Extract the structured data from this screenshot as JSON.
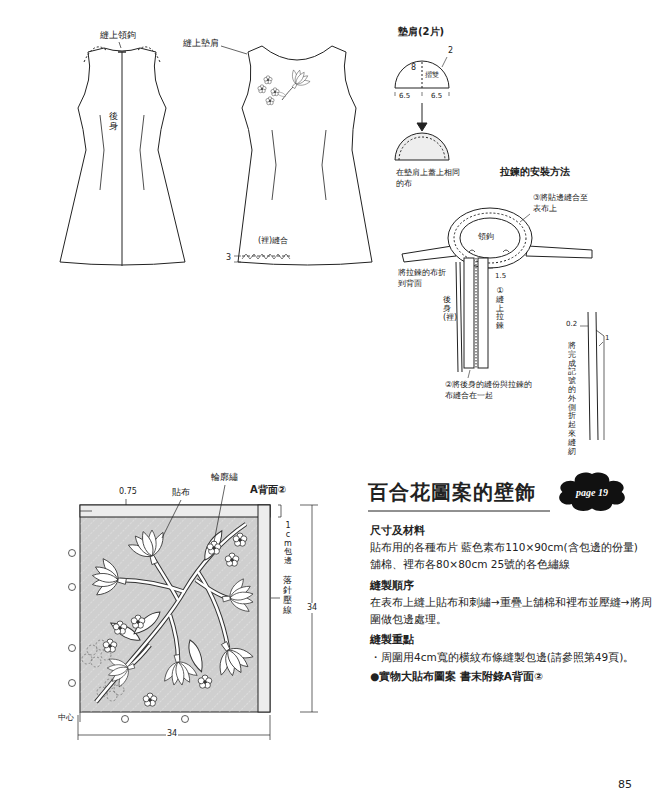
{
  "diagram": {
    "title": "百合花圖案的壁飾",
    "nodes": [
      {
        "text": [
          "page 19"
        ]
      }
    ],
    "labels": [
      "縫上領鉤",
      "後身",
      "縫上墊肩",
      "(裡)縫合",
      "3",
      "墊肩(2片)",
      "2",
      "8",
      "摺雙",
      "6.5",
      "6.5",
      "在墊肩上蓋上相同的布",
      "拉鍊的安裝方法",
      "③將貼邊縫合至表布上",
      "領鉤",
      "1.5",
      "①縫上拉鍊",
      "將拉鍊的布折到背面",
      "後身(裡)",
      "②將後身的縫份與拉鍊的布縫合在一起",
      "0.2",
      "1",
      "將完成記號的外側折起來縫紉",
      "0.75",
      "貼布",
      "輪廓繡",
      "A背面②",
      "1cm包邊",
      "落針壓線",
      "34",
      "34",
      "中心",
      "尺寸及材料",
      "貼布用的各種布片 藍色素布110×90cm(含包邊的份量) 舖棉、裡布各80×80cm 25號的各色繡線",
      "縫製順序",
      "在表布上縫上貼布和刺繡→重疊上舖棉和裡布並壓縫→將周圍做包邊處理。",
      "縫製重點",
      "・周圍用4cm寬的横紋布條縫製包邊(請參照第49頁)。",
      "●實物大貼布圖案 書末附錄A背面②",
      "85"
    ]
  }
}
